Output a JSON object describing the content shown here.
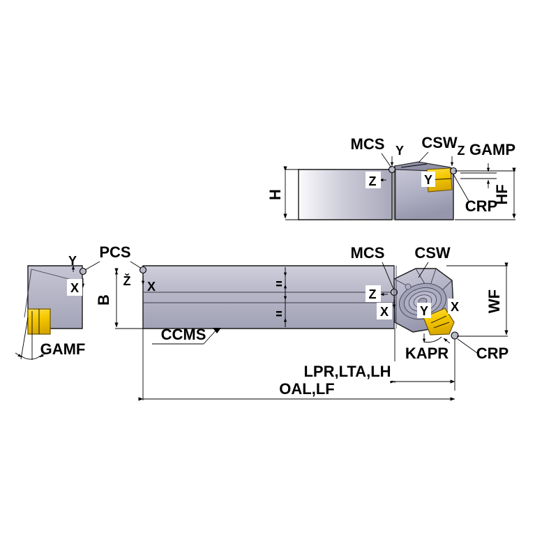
{
  "drawing": {
    "title": "ISO turning tool holder dimensional drawing",
    "background_color": "#ffffff",
    "colors": {
      "steel_light": "#f2f2f5",
      "steel_mid": "#b8b8c8",
      "steel_dark": "#9a9aae",
      "insert_yellow": "#f5c800",
      "insert_yellow_dark": "#d8a800",
      "line": "#000000"
    }
  },
  "views": {
    "side_view": {
      "name": "side-elevation-view",
      "labels": {
        "mcs": "MCS",
        "csw": "CSW",
        "gamp": "GAMP",
        "crp": "CRP",
        "h": "H",
        "hf": "HF",
        "axis_y_top": "Y",
        "axis_z_top": "Z",
        "axis_z_body": "Z",
        "axis_y_insert": "Y"
      }
    },
    "plan_view": {
      "name": "plan-view",
      "labels": {
        "mcs": "MCS",
        "csw": "CSW",
        "ccms": "CCMS",
        "kapr": "KAPR",
        "crp": "CRP",
        "wf": "WF",
        "lpr": "LPR,LTA,LH",
        "oal": "OAL,LF",
        "axis_z_body": "Z",
        "axis_x_body": "X",
        "axis_y_seat": "Y",
        "axis_x_tip": "X"
      }
    },
    "end_view": {
      "name": "left-end-view",
      "labels": {
        "pcs": "PCS",
        "gamf": "GAMF",
        "b": "B",
        "axis_y": "Y",
        "axis_x": "X",
        "axis_z": "Ž",
        "axis_x2": "X"
      }
    }
  }
}
